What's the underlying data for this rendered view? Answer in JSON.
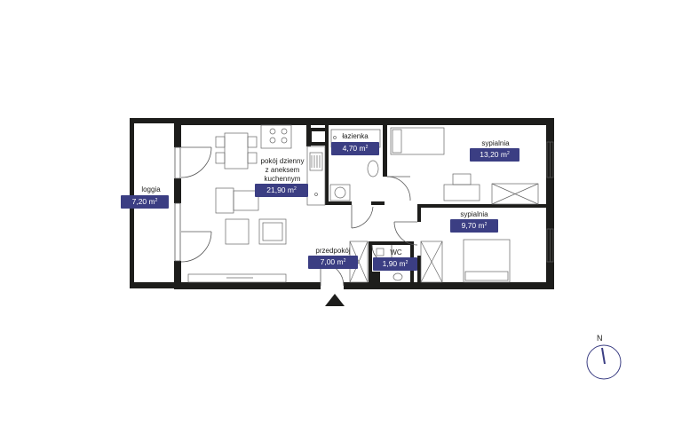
{
  "colors": {
    "badge": "#3b3e83",
    "wall": "#1d1d1b",
    "line": "#555555",
    "accent": "#3b3e83"
  },
  "rooms": [
    {
      "id": "loggia",
      "name": "loggia",
      "area": "7,20 m",
      "unit_sup": "2"
    },
    {
      "id": "living",
      "name_lines": [
        "pokój dzienny",
        "z aneksem",
        "kuchennym"
      ],
      "area": "21,90 m",
      "unit_sup": "2"
    },
    {
      "id": "bathroom",
      "name": "łazienka",
      "area": "4,70 m",
      "unit_sup": "2"
    },
    {
      "id": "bedroom1",
      "name": "sypialnia",
      "area": "13,20 m",
      "unit_sup": "2"
    },
    {
      "id": "bedroom2",
      "name": "sypialnia",
      "area": "9,70 m",
      "unit_sup": "2"
    },
    {
      "id": "hall",
      "name": "przedpokój",
      "area": "7,00 m",
      "unit_sup": "2"
    },
    {
      "id": "wc",
      "name": "WC",
      "area": "1,90 m",
      "unit_sup": "2"
    }
  ],
  "compass": {
    "label": "N",
    "icon": "compass-icon"
  },
  "entrance": {
    "icon": "entrance-arrow-icon"
  }
}
